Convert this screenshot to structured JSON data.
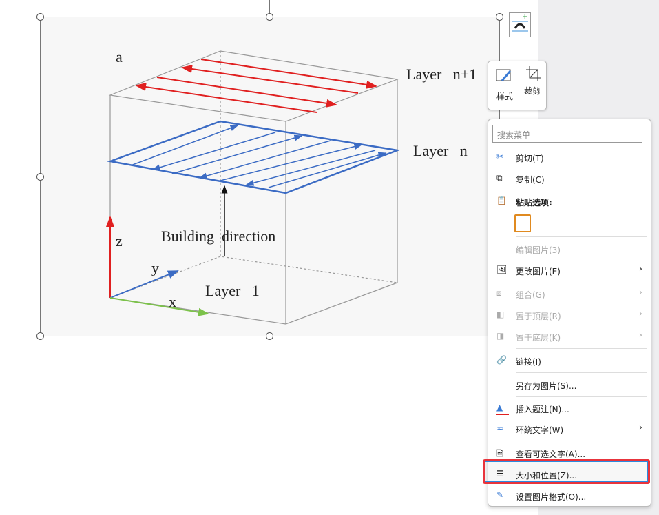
{
  "figure": {
    "panel_label": "a",
    "layer_top": "Layer   n+1",
    "layer_mid": "Layer   n",
    "layer_bottom": "Layer   1",
    "building": "Building  direction",
    "axis_z": "z",
    "axis_y": "y",
    "axis_x": "x",
    "colors": {
      "scan_top": "#e02020",
      "scan_mid": "#3b6bc4",
      "axis_z": "#e02020",
      "axis_y": "#3b6bc4",
      "axis_x": "#7cc24a"
    }
  },
  "quick_toolbar": {
    "style_label": "样式",
    "crop_label": "裁剪"
  },
  "menu": {
    "search_placeholder": "搜索菜单",
    "items": [
      {
        "label": "剪切(T)",
        "icon": "scissors-icon"
      },
      {
        "label": "复制(C)",
        "icon": "copy-icon"
      },
      {
        "label": "粘贴选项:",
        "icon": "paste-icon"
      },
      {
        "label": "编辑图片(3)",
        "disabled": true
      },
      {
        "label": "更改图片(E)",
        "icon": "change-picture-icon"
      },
      {
        "label": "组合(G)",
        "icon": "group-icon",
        "disabled": true
      },
      {
        "label": "置于顶层(R)",
        "icon": "bring-front-icon",
        "disabled": true
      },
      {
        "label": "置于底层(K)",
        "icon": "send-back-icon",
        "disabled": true
      },
      {
        "label": "链接(I)",
        "icon": "link-icon"
      },
      {
        "label": "另存为图片(S)..."
      },
      {
        "label": "插入题注(N)...",
        "icon": "caption-icon"
      },
      {
        "label": "环绕文字(W)",
        "icon": "wrap-text-icon"
      },
      {
        "label": "查看可选文字(A)...",
        "icon": "alt-text-icon"
      },
      {
        "label": "大小和位置(Z)...",
        "icon": "size-position-icon",
        "highlighted": true
      },
      {
        "label": "设置图片格式(O)...",
        "icon": "format-picture-icon"
      }
    ]
  }
}
